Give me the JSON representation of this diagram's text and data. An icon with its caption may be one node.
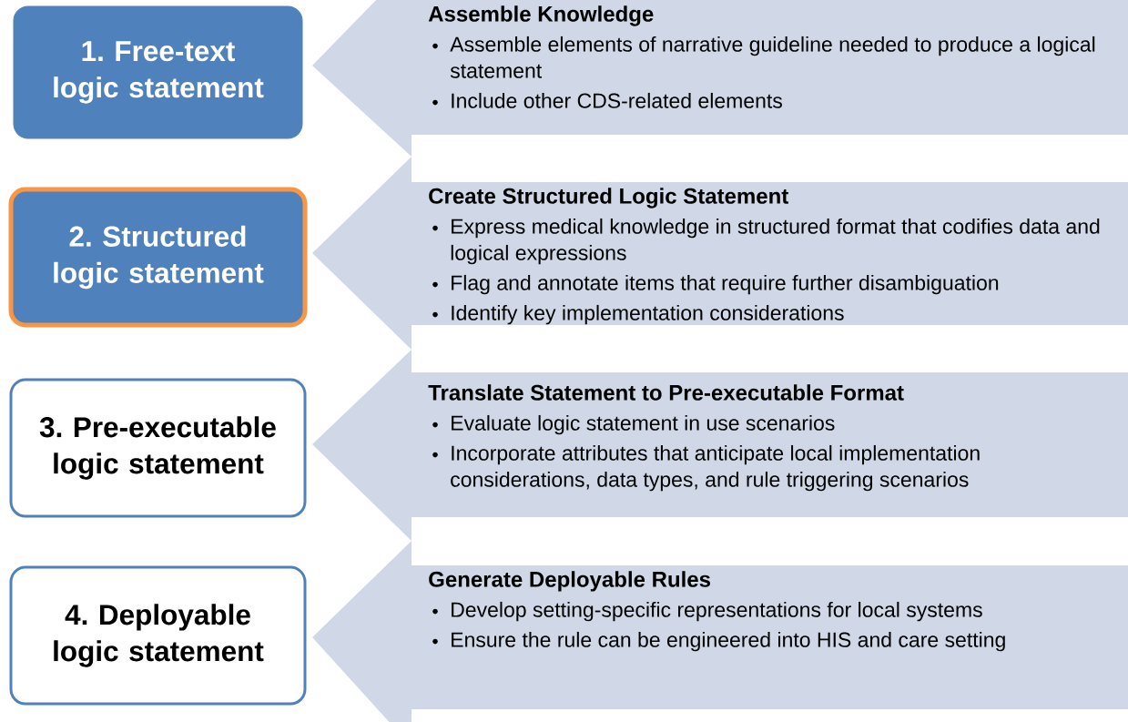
{
  "diagram": {
    "nodes": [
      {
        "text": [
          "1. Free-text logic statement"
        ]
      },
      {
        "text": [
          "Assemble Knowledge",
          "Assemble elements of narrative guideline needed to produce a logical statement",
          "Include other CDS-related elements"
        ]
      },
      {
        "text": [
          "2. Structured logic statement"
        ]
      },
      {
        "text": [
          "Create Structured Logic Statement",
          "Express medical knowledge in structured format that codifies data and logical expressions",
          "Flag and annotate items that require further disambiguation",
          "Identify key implementation considerations"
        ]
      },
      {
        "text": [
          "3. Pre-executable logic statement"
        ]
      },
      {
        "text": [
          "Translate Statement to Pre-executable Format",
          "Evaluate logic statement in use scenarios",
          "Incorporate attributes that anticipate local implementation considerations, data types, and rule triggering scenarios"
        ]
      },
      {
        "text": [
          "4. Deployable logic statement"
        ]
      },
      {
        "text": [
          "Generate Deployable Rules",
          "Develop setting-specific representations for local systems",
          "Ensure the rule can be engineered into HIS and care setting"
        ]
      }
    ]
  }
}
